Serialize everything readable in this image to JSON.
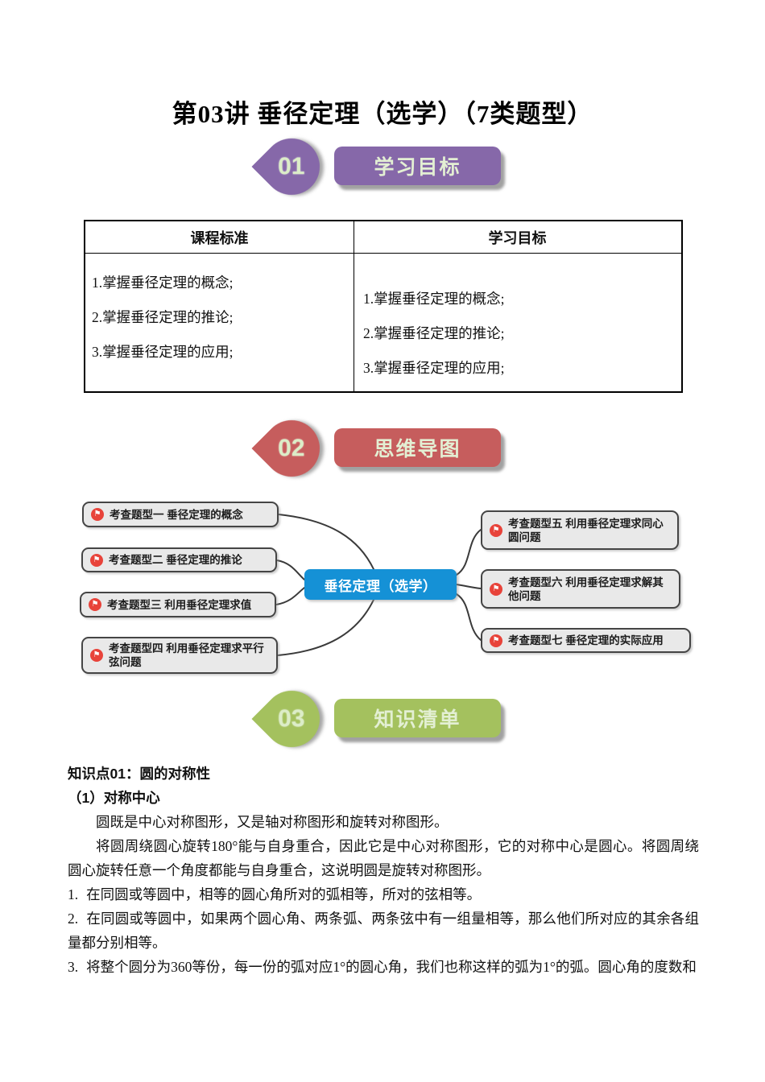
{
  "title": "第03讲 垂径定理（选学）（7类题型）",
  "sections": [
    {
      "number": "01",
      "label": "学习目标",
      "color": "#8668a9"
    },
    {
      "number": "02",
      "label": "思维导图",
      "color": "#c65d5d"
    },
    {
      "number": "03",
      "label": "知识清单",
      "color": "#a4c15e"
    }
  ],
  "table": {
    "headers": [
      "课程标准",
      "学习目标"
    ],
    "course_standard_items": [
      "1.掌握垂径定理的概念;",
      "2.掌握垂径定理的推论;",
      "3.掌握垂径定理的应用;"
    ],
    "learning_goal_items": [
      "1.掌握垂径定理的概念;",
      "2.掌握垂径定理的推论;",
      "3.掌握垂径定理的应用;"
    ]
  },
  "mindmap": {
    "center_label": "垂径定理（选学）",
    "center_color": "#1591d6",
    "flag_glyph": "⚑",
    "flag_color": "#e8433a",
    "left_nodes": [
      {
        "label": "考查题型一 垂径定理的概念"
      },
      {
        "label": "考查题型二 垂径定理的推论"
      },
      {
        "label": "考查题型三 利用垂径定理求值"
      },
      {
        "label": "考查题型四 利用垂径定理求平行弦问题"
      }
    ],
    "right_nodes": [
      {
        "label": "考查题型五 利用垂径定理求同心圆问题"
      },
      {
        "label": "考查题型六 利用垂径定理求解其他问题"
      },
      {
        "label": "考查题型七 垂径定理的实际应用"
      }
    ]
  },
  "knowledge": {
    "heading": "知识点01：圆的对称性",
    "subheading": "（1）对称中心",
    "paragraph1": "圆既是中心对称图形，又是轴对称图形和旋转对称图形。",
    "paragraph2": "将圆周绕圆心旋转180°能与自身重合，因此它是中心对称图形，它的对称中心是圆心。将圆周绕圆心旋转任意一个角度都能与自身重合，这说明圆是旋转对称图形。",
    "list": [
      {
        "num": "1.",
        "text": "在同圆或等圆中，相等的圆心角所对的弧相等，所对的弦相等。"
      },
      {
        "num": "2.",
        "text": "在同圆或等圆中，如果两个圆心角、两条弧、两条弦中有一组量相等，那么他们所对应的其余各组量都分别相等。"
      },
      {
        "num": "3.",
        "text": "将整个圆分为360等份，每一份的弧对应1°的圆心角，我们也称这样的弧为1°的弧。圆心角的度数和"
      }
    ]
  }
}
